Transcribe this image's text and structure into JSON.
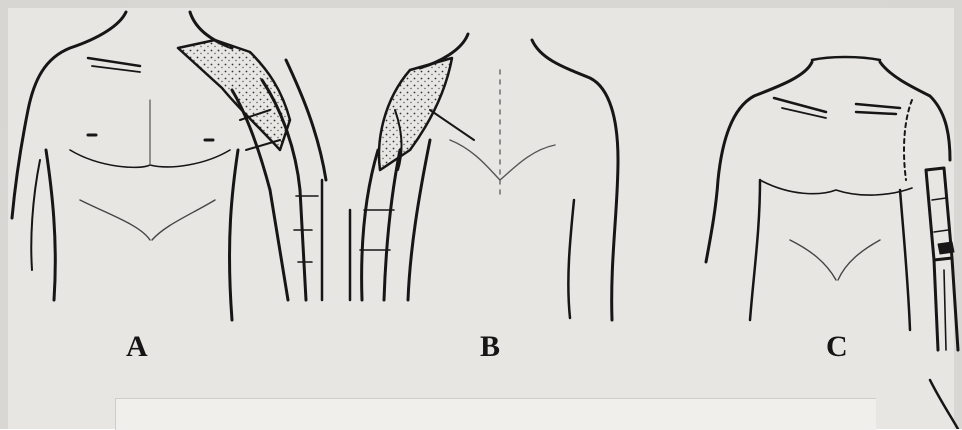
{
  "figure": {
    "panels": [
      {
        "label": "A"
      },
      {
        "label": "B"
      },
      {
        "label": "C"
      }
    ],
    "colors": {
      "paper": "#e7e6e3",
      "ink": "#151515"
    }
  }
}
